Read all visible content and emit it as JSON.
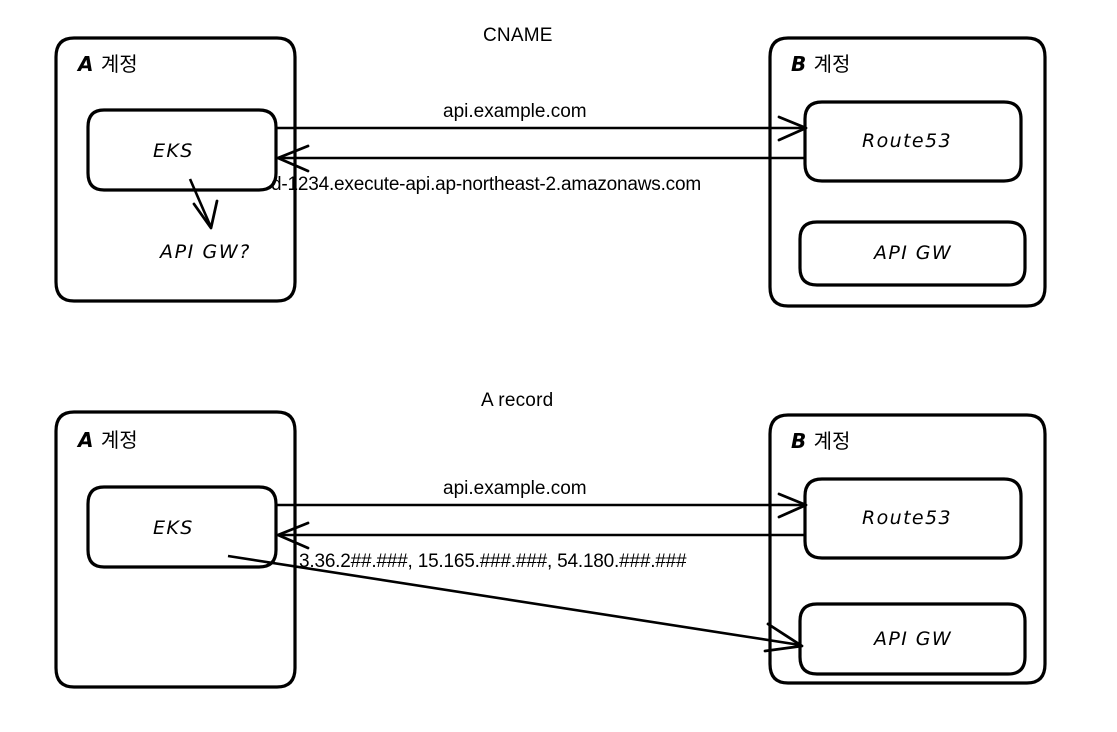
{
  "diagram": {
    "type": "architecture-comparison",
    "background": "#ffffff",
    "stroke_color": "#000000",
    "panels": [
      {
        "id": "cname",
        "title": "CNAME",
        "left_group": {
          "account_letter": "A",
          "account_word": "계정",
          "nodes": [
            {
              "id": "eks",
              "label": "EKS"
            }
          ],
          "annotations": [
            {
              "id": "api-gw-question",
              "label": "API GW?"
            }
          ]
        },
        "right_group": {
          "account_letter": "B",
          "account_word": "계정",
          "nodes": [
            {
              "id": "route53",
              "label": "Route53"
            },
            {
              "id": "apigw",
              "label": "API GW"
            }
          ]
        },
        "edges": [
          {
            "id": "request",
            "label": "api.example.com",
            "from": "eks",
            "to": "route53",
            "direction": "right"
          },
          {
            "id": "response",
            "label": "d-1234.execute-api.ap-northeast-2.amazonaws.com",
            "from": "route53",
            "to": "eks",
            "direction": "left"
          },
          {
            "id": "eks-to-unknown",
            "label": "",
            "from": "eks",
            "to": "api-gw-question",
            "direction": "down"
          }
        ]
      },
      {
        "id": "arecord",
        "title": "A record",
        "left_group": {
          "account_letter": "A",
          "account_word": "계정",
          "nodes": [
            {
              "id": "eks",
              "label": "EKS"
            }
          ],
          "annotations": []
        },
        "right_group": {
          "account_letter": "B",
          "account_word": "계정",
          "nodes": [
            {
              "id": "route53",
              "label": "Route53"
            },
            {
              "id": "apigw",
              "label": "API GW"
            }
          ]
        },
        "edges": [
          {
            "id": "request",
            "label": "api.example.com",
            "from": "eks",
            "to": "route53",
            "direction": "right"
          },
          {
            "id": "response",
            "label": "3.36.2##.###, 15.165.###.###, 54.180.###.###",
            "from": "route53",
            "to": "eks",
            "direction": "left"
          },
          {
            "id": "eks-to-apigw",
            "label": "",
            "from": "eks",
            "to": "apigw",
            "direction": "diagonal-down-right"
          }
        ]
      }
    ]
  }
}
